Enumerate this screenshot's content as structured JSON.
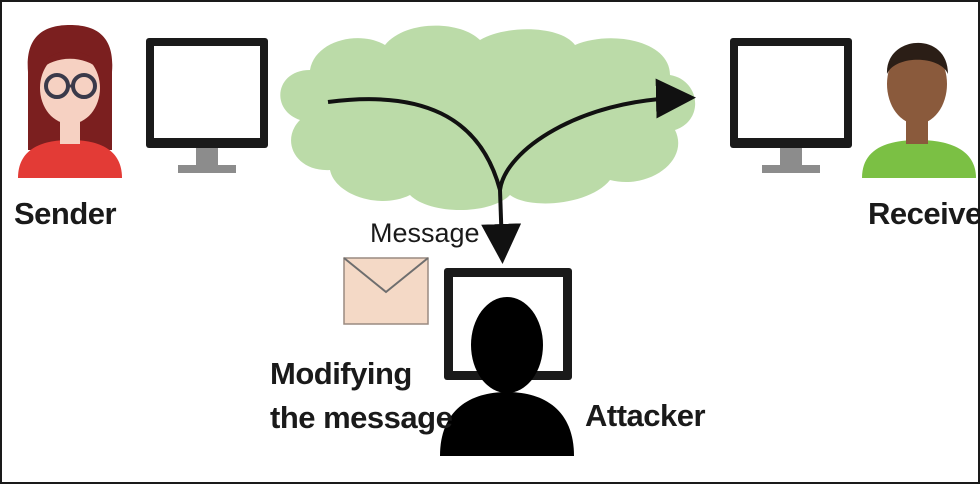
{
  "labels": {
    "sender": "Sender",
    "receiver": "Receiver",
    "message": "Message",
    "modifying_line1": "Modifying",
    "modifying_line2": "the message",
    "attacker": "Attacker"
  },
  "colors": {
    "cloud": "#b7d9a3",
    "envelope": "#f4d9c6",
    "sender_shirt": "#e33b36",
    "sender_hair": "#7b1f1f",
    "sender_skin": "#f6d1c2",
    "receiver_shirt": "#7bc044",
    "receiver_skin": "#8a5a3c",
    "receiver_hair": "#2b1e16",
    "attacker": "#000000",
    "monitor_frame": "#1a1a1a",
    "monitor_stand": "#8c8c8c"
  },
  "icons": [
    "sender-avatar-icon",
    "sender-monitor-icon",
    "cloud-icon",
    "receiver-monitor-icon",
    "receiver-avatar-icon",
    "envelope-icon",
    "attacker-monitor-icon",
    "attacker-silhouette-icon"
  ]
}
